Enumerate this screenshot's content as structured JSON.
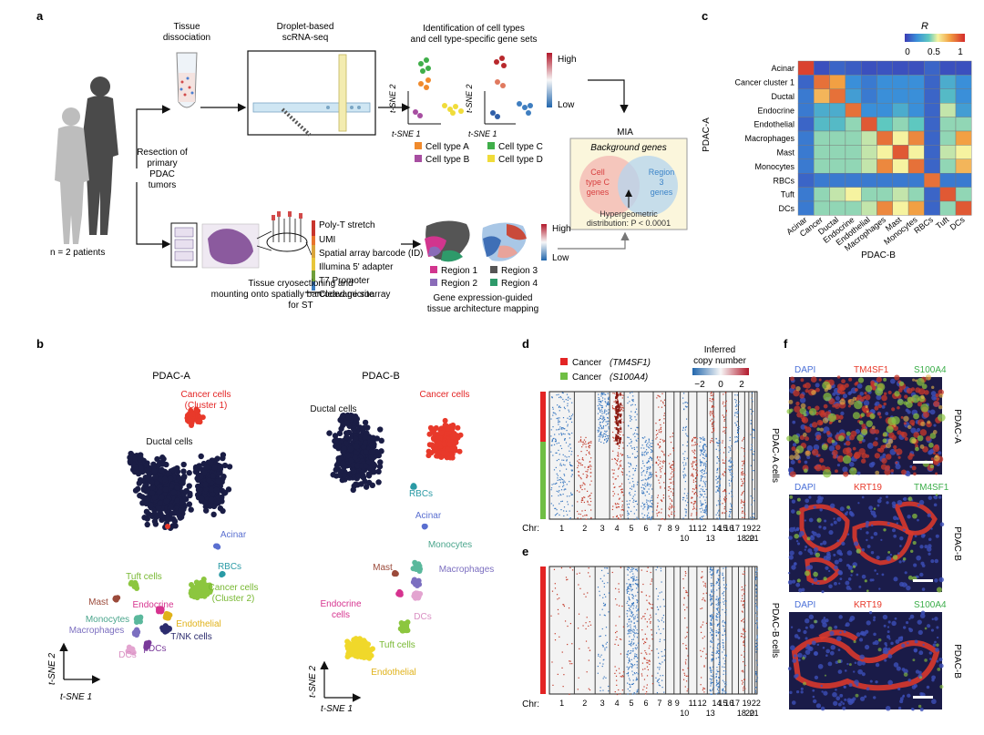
{
  "panels": {
    "a": {
      "letter": "a",
      "patients": "n = 2 patients",
      "resection": [
        "Resection of",
        "primary",
        "PDAC",
        "tumors"
      ],
      "tissue_dissociation": [
        "Tissue",
        "dissociation"
      ],
      "droplet": [
        "Droplet-based",
        "scRNA-seq"
      ],
      "identification": [
        "Identification of cell types",
        "and cell type-specific gene sets"
      ],
      "tsne1": "t-SNE 1",
      "tsne2": "t-SNE 2",
      "high": "High",
      "low": "Low",
      "cell_types": [
        "Cell type A",
        "Cell type C",
        "Cell type B",
        "Cell type D"
      ],
      "cell_type_colors": [
        "#f08a2c",
        "#3fae49",
        "#a74ea1",
        "#f0dc3a"
      ],
      "mia": "MIA",
      "background_genes": "Background genes",
      "venn_left": [
        "Cell",
        "type C",
        "genes"
      ],
      "venn_right": [
        "Region",
        "3",
        "genes"
      ],
      "hypergeometric": [
        "Hypergeometric",
        "distribution: P < 0.0001"
      ],
      "st_labels": [
        "Poly-T stretch",
        "UMI",
        "Spatial array barcode (ID)",
        "Illumina 5' adapter",
        "T7 Promoter",
        "Cleavage site"
      ],
      "st_colors": [
        "#c8352c",
        "#e8742c",
        "#d9a43a",
        "#e7c53a",
        "#6f9e3a",
        "#3c7bbf"
      ],
      "cryo": [
        "Tissue cryosectioning and",
        "mounting onto spatially barcoded microarray",
        "for ST"
      ],
      "regions": [
        "Region 1",
        "Region 3",
        "Region 2",
        "Region 4"
      ],
      "region_colors": [
        "#d2358e",
        "#555555",
        "#8a6bb8",
        "#2e9a6a"
      ],
      "gene_expr": [
        "Gene expression-guided",
        "tissue architecture mapping"
      ]
    },
    "b": {
      "letter": "b",
      "pdac_a": "PDAC-A",
      "pdac_b": "PDAC-B",
      "tsne1": "t-SNE 1",
      "tsne2": "t-SNE 2",
      "a_labels": {
        "cancer1": [
          "Cancer cells",
          "(Cluster 1)"
        ],
        "ductal": "Ductal cells",
        "acinar": "Acinar",
        "rbcs": "RBCs",
        "tuft": "Tuft cells",
        "cancer2": [
          "Cancer cells",
          "(Cluster 2)"
        ],
        "mast": "Mast",
        "endocrine": "Endocrine",
        "monocytes": "Monocytes",
        "endothelial": "Endothelial",
        "macrophages": "Macrophages",
        "tnk": "T/NK cells",
        "pdcs": "pDCs",
        "dcs": "DCs"
      },
      "b_labels": {
        "ductal": "Ductal cells",
        "cancer": "Cancer cells",
        "rbcs": "RBCs",
        "acinar": "Acinar",
        "monocytes": "Monocytes",
        "mast": "Mast",
        "macrophages": "Macrophages",
        "endocrine": [
          "Endocrine",
          "cells"
        ],
        "dcs": "DCs",
        "tuft": "Tuft cells",
        "endothelial": "Endothelial"
      }
    },
    "c": {
      "letter": "c",
      "legend_title": "R",
      "legend_ticks": [
        "0",
        "0.5",
        "1"
      ],
      "ylabel": "PDAC-A",
      "xlabel": "PDAC-B",
      "rows": [
        "Acinar",
        "Cancer cluster 1",
        "Ductal",
        "Endocrine",
        "Endothelial",
        "Macrophages",
        "Mast",
        "Monocytes",
        "RBCs",
        "Tuft",
        "DCs"
      ],
      "cols": [
        "Acinar",
        "Cancer",
        "Ductal",
        "Endocrine",
        "Endothelial",
        "Macrophages",
        "Mast",
        "Monocytes",
        "RBCs",
        "Tuft",
        "DCs"
      ],
      "matrix": [
        [
          0.95,
          0.05,
          0.1,
          0.08,
          0.05,
          0.06,
          0.05,
          0.05,
          0.1,
          0.05,
          0.05
        ],
        [
          0.1,
          0.85,
          0.75,
          0.2,
          0.15,
          0.2,
          0.2,
          0.2,
          0.1,
          0.3,
          0.2
        ],
        [
          0.15,
          0.7,
          0.85,
          0.25,
          0.15,
          0.2,
          0.2,
          0.2,
          0.1,
          0.35,
          0.2
        ],
        [
          0.15,
          0.3,
          0.3,
          0.85,
          0.2,
          0.2,
          0.3,
          0.2,
          0.1,
          0.5,
          0.25
        ],
        [
          0.1,
          0.35,
          0.35,
          0.45,
          0.9,
          0.4,
          0.45,
          0.4,
          0.1,
          0.45,
          0.45
        ],
        [
          0.15,
          0.45,
          0.45,
          0.45,
          0.5,
          0.85,
          0.55,
          0.8,
          0.1,
          0.45,
          0.75
        ],
        [
          0.15,
          0.45,
          0.45,
          0.45,
          0.5,
          0.55,
          0.9,
          0.55,
          0.1,
          0.5,
          0.55
        ],
        [
          0.15,
          0.45,
          0.45,
          0.45,
          0.5,
          0.8,
          0.55,
          0.85,
          0.1,
          0.45,
          0.7
        ],
        [
          0.1,
          0.15,
          0.15,
          0.15,
          0.15,
          0.15,
          0.15,
          0.15,
          0.85,
          0.15,
          0.15
        ],
        [
          0.15,
          0.45,
          0.5,
          0.55,
          0.45,
          0.45,
          0.5,
          0.45,
          0.1,
          0.9,
          0.45
        ],
        [
          0.15,
          0.45,
          0.45,
          0.45,
          0.5,
          0.8,
          0.55,
          0.75,
          0.1,
          0.45,
          0.9
        ]
      ]
    },
    "d": {
      "letter": "d",
      "legend": [
        {
          "label": "Cancer",
          "gene": "(TM4SF1)",
          "color": "#e32424"
        },
        {
          "label": "Cancer",
          "gene": "(S100A4)",
          "color": "#6fbe44"
        }
      ],
      "inferred": [
        "Inferred",
        "copy number"
      ],
      "ticks": [
        "−2",
        "0",
        "2"
      ],
      "side": "PDAC-A cells",
      "chr_label": "Chr:",
      "chrs_top": [
        "1",
        "2",
        "3",
        "4",
        "5",
        "6",
        "7",
        "8",
        "9",
        "11",
        "12",
        "14",
        "15",
        "16",
        "17",
        "19",
        "22"
      ],
      "chrs_bottom": [
        "10",
        "13",
        "18",
        "20",
        "21"
      ]
    },
    "e": {
      "letter": "e",
      "side": "PDAC-B cells",
      "chr_label": "Chr:"
    },
    "f": {
      "letter": "f",
      "rows": [
        {
          "stains": [
            "DAPI",
            "TM4SF1",
            "S100A4"
          ],
          "side": "PDAC-A"
        },
        {
          "stains": [
            "DAPI",
            "KRT19",
            "TM4SF1"
          ],
          "side": "PDAC-B"
        },
        {
          "stains": [
            "DAPI",
            "KRT19",
            "S100A4"
          ],
          "side": "PDAC-B"
        }
      ],
      "stain_colors": [
        "#4a6fd8",
        "#e8392a",
        "#3cae4a"
      ]
    }
  }
}
